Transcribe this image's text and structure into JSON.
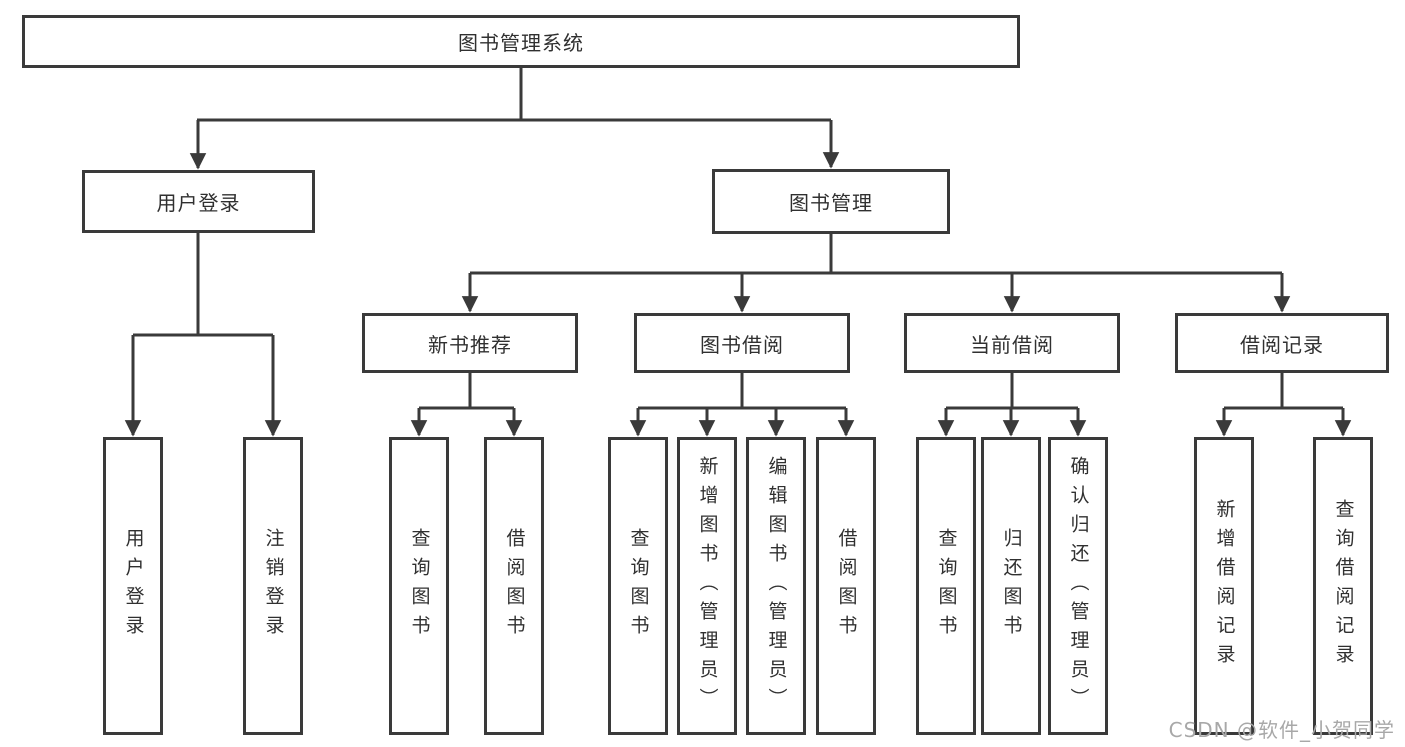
{
  "page": {
    "watermark": "CSDN @软件_小贺同学"
  },
  "colors": {
    "line": "#3a3a3a",
    "text": "#303030",
    "watermark": "#a8a8a8",
    "background": "#ffffff"
  },
  "tree": {
    "root": "图书管理系统",
    "branches": [
      {
        "label": "用户登录",
        "leaves": [
          "用户登录",
          "注销登录"
        ]
      },
      {
        "label": "图书管理",
        "groups": [
          {
            "label": "新书推荐",
            "leaves": [
              "查询图书",
              "借阅图书"
            ]
          },
          {
            "label": "图书借阅",
            "leaves": [
              "查询图书",
              "新增图书（管理员）",
              "编辑图书（管理员）",
              "借阅图书"
            ]
          },
          {
            "label": "当前借阅",
            "leaves": [
              "查询图书",
              "归还图书",
              "确认归还（管理员）"
            ]
          },
          {
            "label": "借阅记录",
            "leaves": [
              "新增借阅记录",
              "查询借阅记录"
            ]
          }
        ]
      }
    ]
  }
}
